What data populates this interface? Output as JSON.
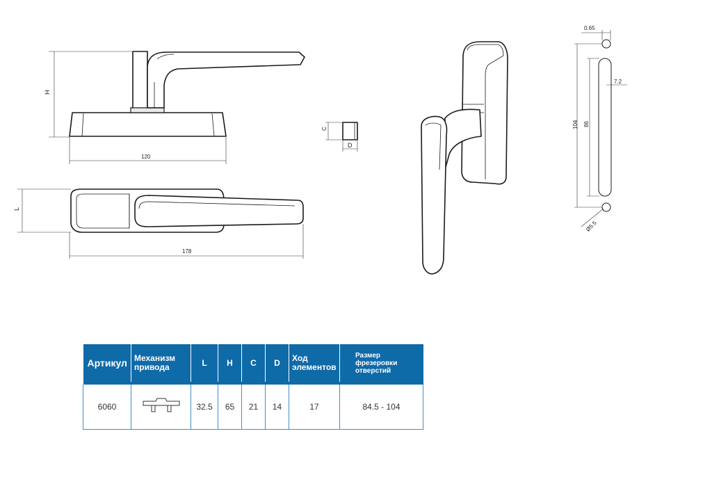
{
  "drawing_labels": {
    "height": "H",
    "length": "L",
    "width_top": "120",
    "length_bottom": "178",
    "c": "C",
    "d": "D",
    "offset": "0.65",
    "slot_offset": "7.2",
    "total_height": "104",
    "slot_length": "86",
    "hole_diameter": "Ø5.5"
  },
  "table": {
    "headers": {
      "article": "Артикул",
      "mechanism_line1": "Механизм",
      "mechanism_line2": "привода",
      "l": "L",
      "h": "H",
      "c": "C",
      "d": "D",
      "travel_line1": "Ход",
      "travel_line2": "элементов",
      "size_line1": "Размер",
      "size_line2": "фрезеровки",
      "size_line3": "отверстий"
    },
    "row": {
      "article": "6060",
      "mechanism_icon": "drive-mechanism-icon",
      "l": "32.5",
      "h": "65",
      "c": "21",
      "d": "14",
      "travel": "17",
      "size": "84.5 - 104"
    }
  },
  "colors": {
    "header_bg": "#0f6aa8",
    "border": "#3b8fc7"
  }
}
